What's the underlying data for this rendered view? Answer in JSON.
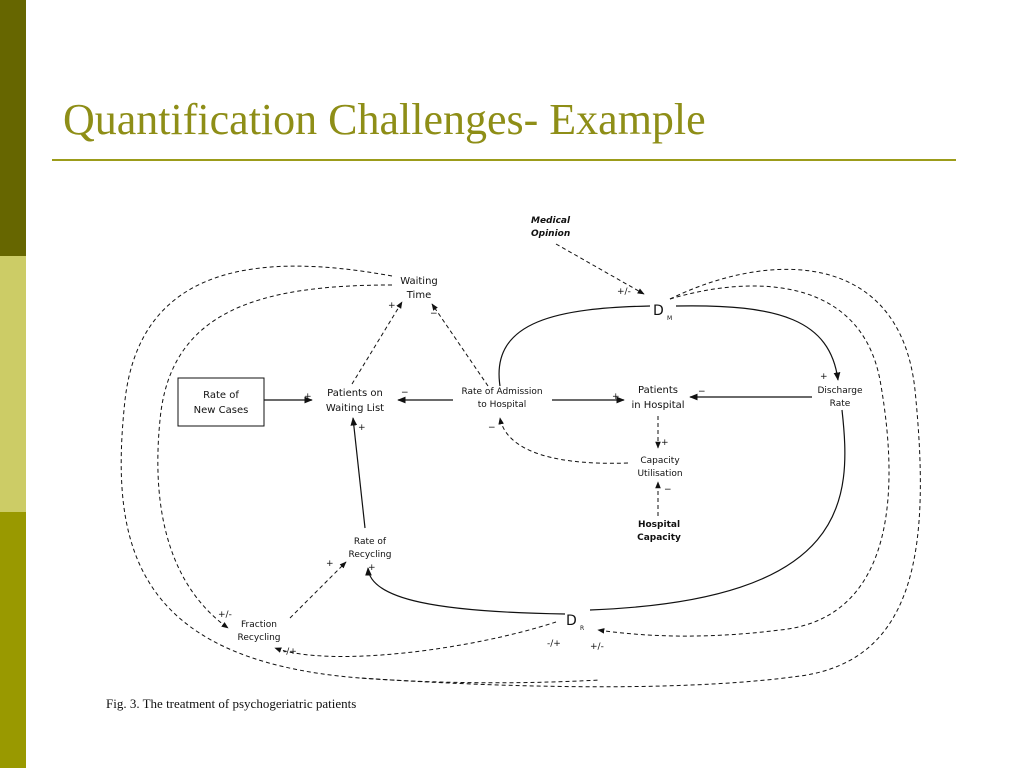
{
  "slide": {
    "title": "Quantification Challenges- Example",
    "caption": "Fig. 3. The treatment of psychogeriatric patients"
  },
  "diagram": {
    "nodes": {
      "rate_new_cases": [
        "Rate of",
        "New Cases"
      ],
      "waiting_list": [
        "Patients on",
        "Waiting List"
      ],
      "waiting_time": [
        "Waiting",
        "Time"
      ],
      "admission": [
        "Rate of Admission",
        "to Hospital"
      ],
      "in_hospital": [
        "Patients",
        "in Hospital"
      ],
      "discharge": [
        "Discharge",
        "Rate"
      ],
      "capacity_util": [
        "Capacity",
        "Utilisation"
      ],
      "hospital_capacity": [
        "Hospital",
        "Capacity"
      ],
      "medical_opinion": [
        "Medical",
        "Opinion"
      ],
      "recycling": [
        "Rate of",
        "Recycling"
      ],
      "fraction": [
        "Fraction",
        "Recycling"
      ]
    },
    "delays": {
      "top": {
        "letter": "D",
        "sub": "M"
      },
      "bottom": {
        "letter": "D",
        "sub": "R"
      }
    },
    "signs": {
      "plus": "+",
      "minus": "−",
      "pm": "+/-",
      "mp": "-/+"
    }
  }
}
